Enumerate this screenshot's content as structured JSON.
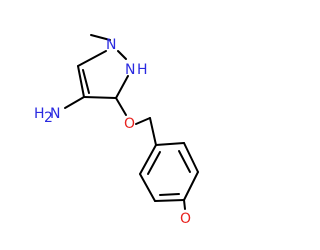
{
  "molecule": {
    "atom_labels": {
      "methyl_n": "N",
      "ring_nh_n": "N",
      "ring_nh_h": "H",
      "amine_h2": "H",
      "amine_sub2": "2",
      "amine_n": "N",
      "ether_o": "O",
      "methoxy_o": "O"
    },
    "colors": {
      "bond": "#000000",
      "nitrogen": "#2a2ae0",
      "oxygen": "#e8231f"
    }
  }
}
